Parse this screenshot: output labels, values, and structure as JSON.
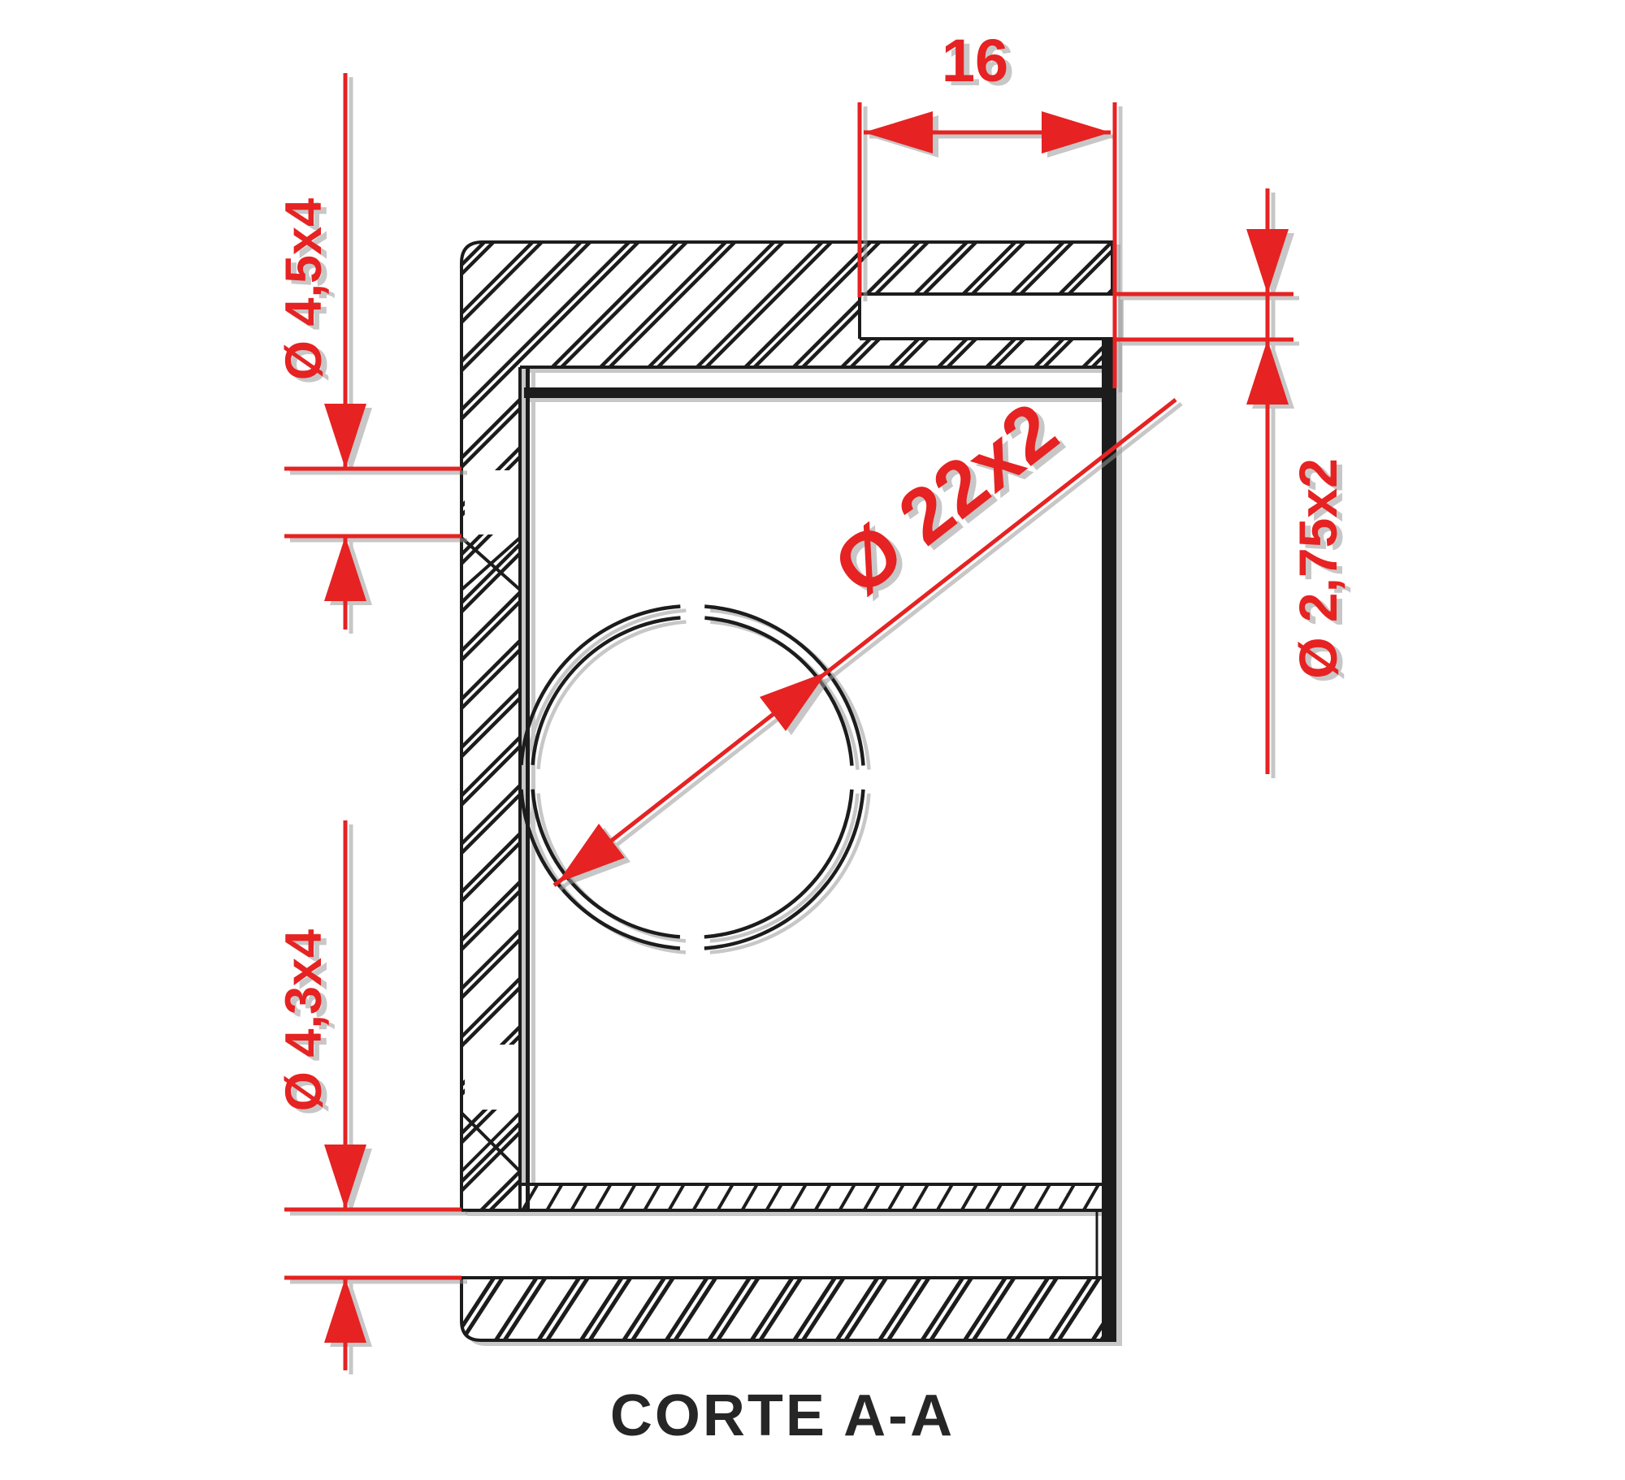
{
  "drawing": {
    "caption": "CORTE A-A",
    "dimensions": {
      "top_width": {
        "label": "16"
      },
      "left_top_hole": {
        "label": "Ø 4,5x4"
      },
      "bore": {
        "label": "Ø 22x2"
      },
      "right_groove": {
        "label": "Ø 2,75x2"
      },
      "left_bottom_hole": {
        "label": "Ø 4,3x4"
      }
    },
    "colors": {
      "dimension_red": "#E62420",
      "line_black": "#1F1F1F",
      "shadow_gray": "#9A9A9A",
      "background": "#FFFFFF"
    }
  }
}
